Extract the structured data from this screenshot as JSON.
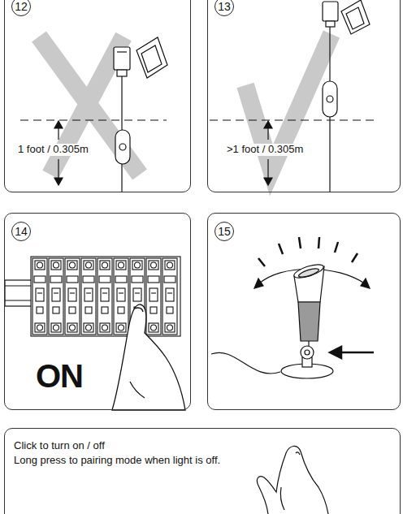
{
  "diagram": {
    "nodes": [
      {
        "text": [
          "12",
          "1 foot / 0.305m"
        ]
      },
      {
        "text": [
          "13",
          ">1 foot / 0.305m"
        ]
      },
      {
        "text": [
          "14",
          "ON"
        ]
      },
      {
        "text": [
          "15"
        ]
      },
      {
        "text": [
          "Click to turn on / off",
          "Long press to pairing mode when light is off."
        ]
      }
    ]
  }
}
